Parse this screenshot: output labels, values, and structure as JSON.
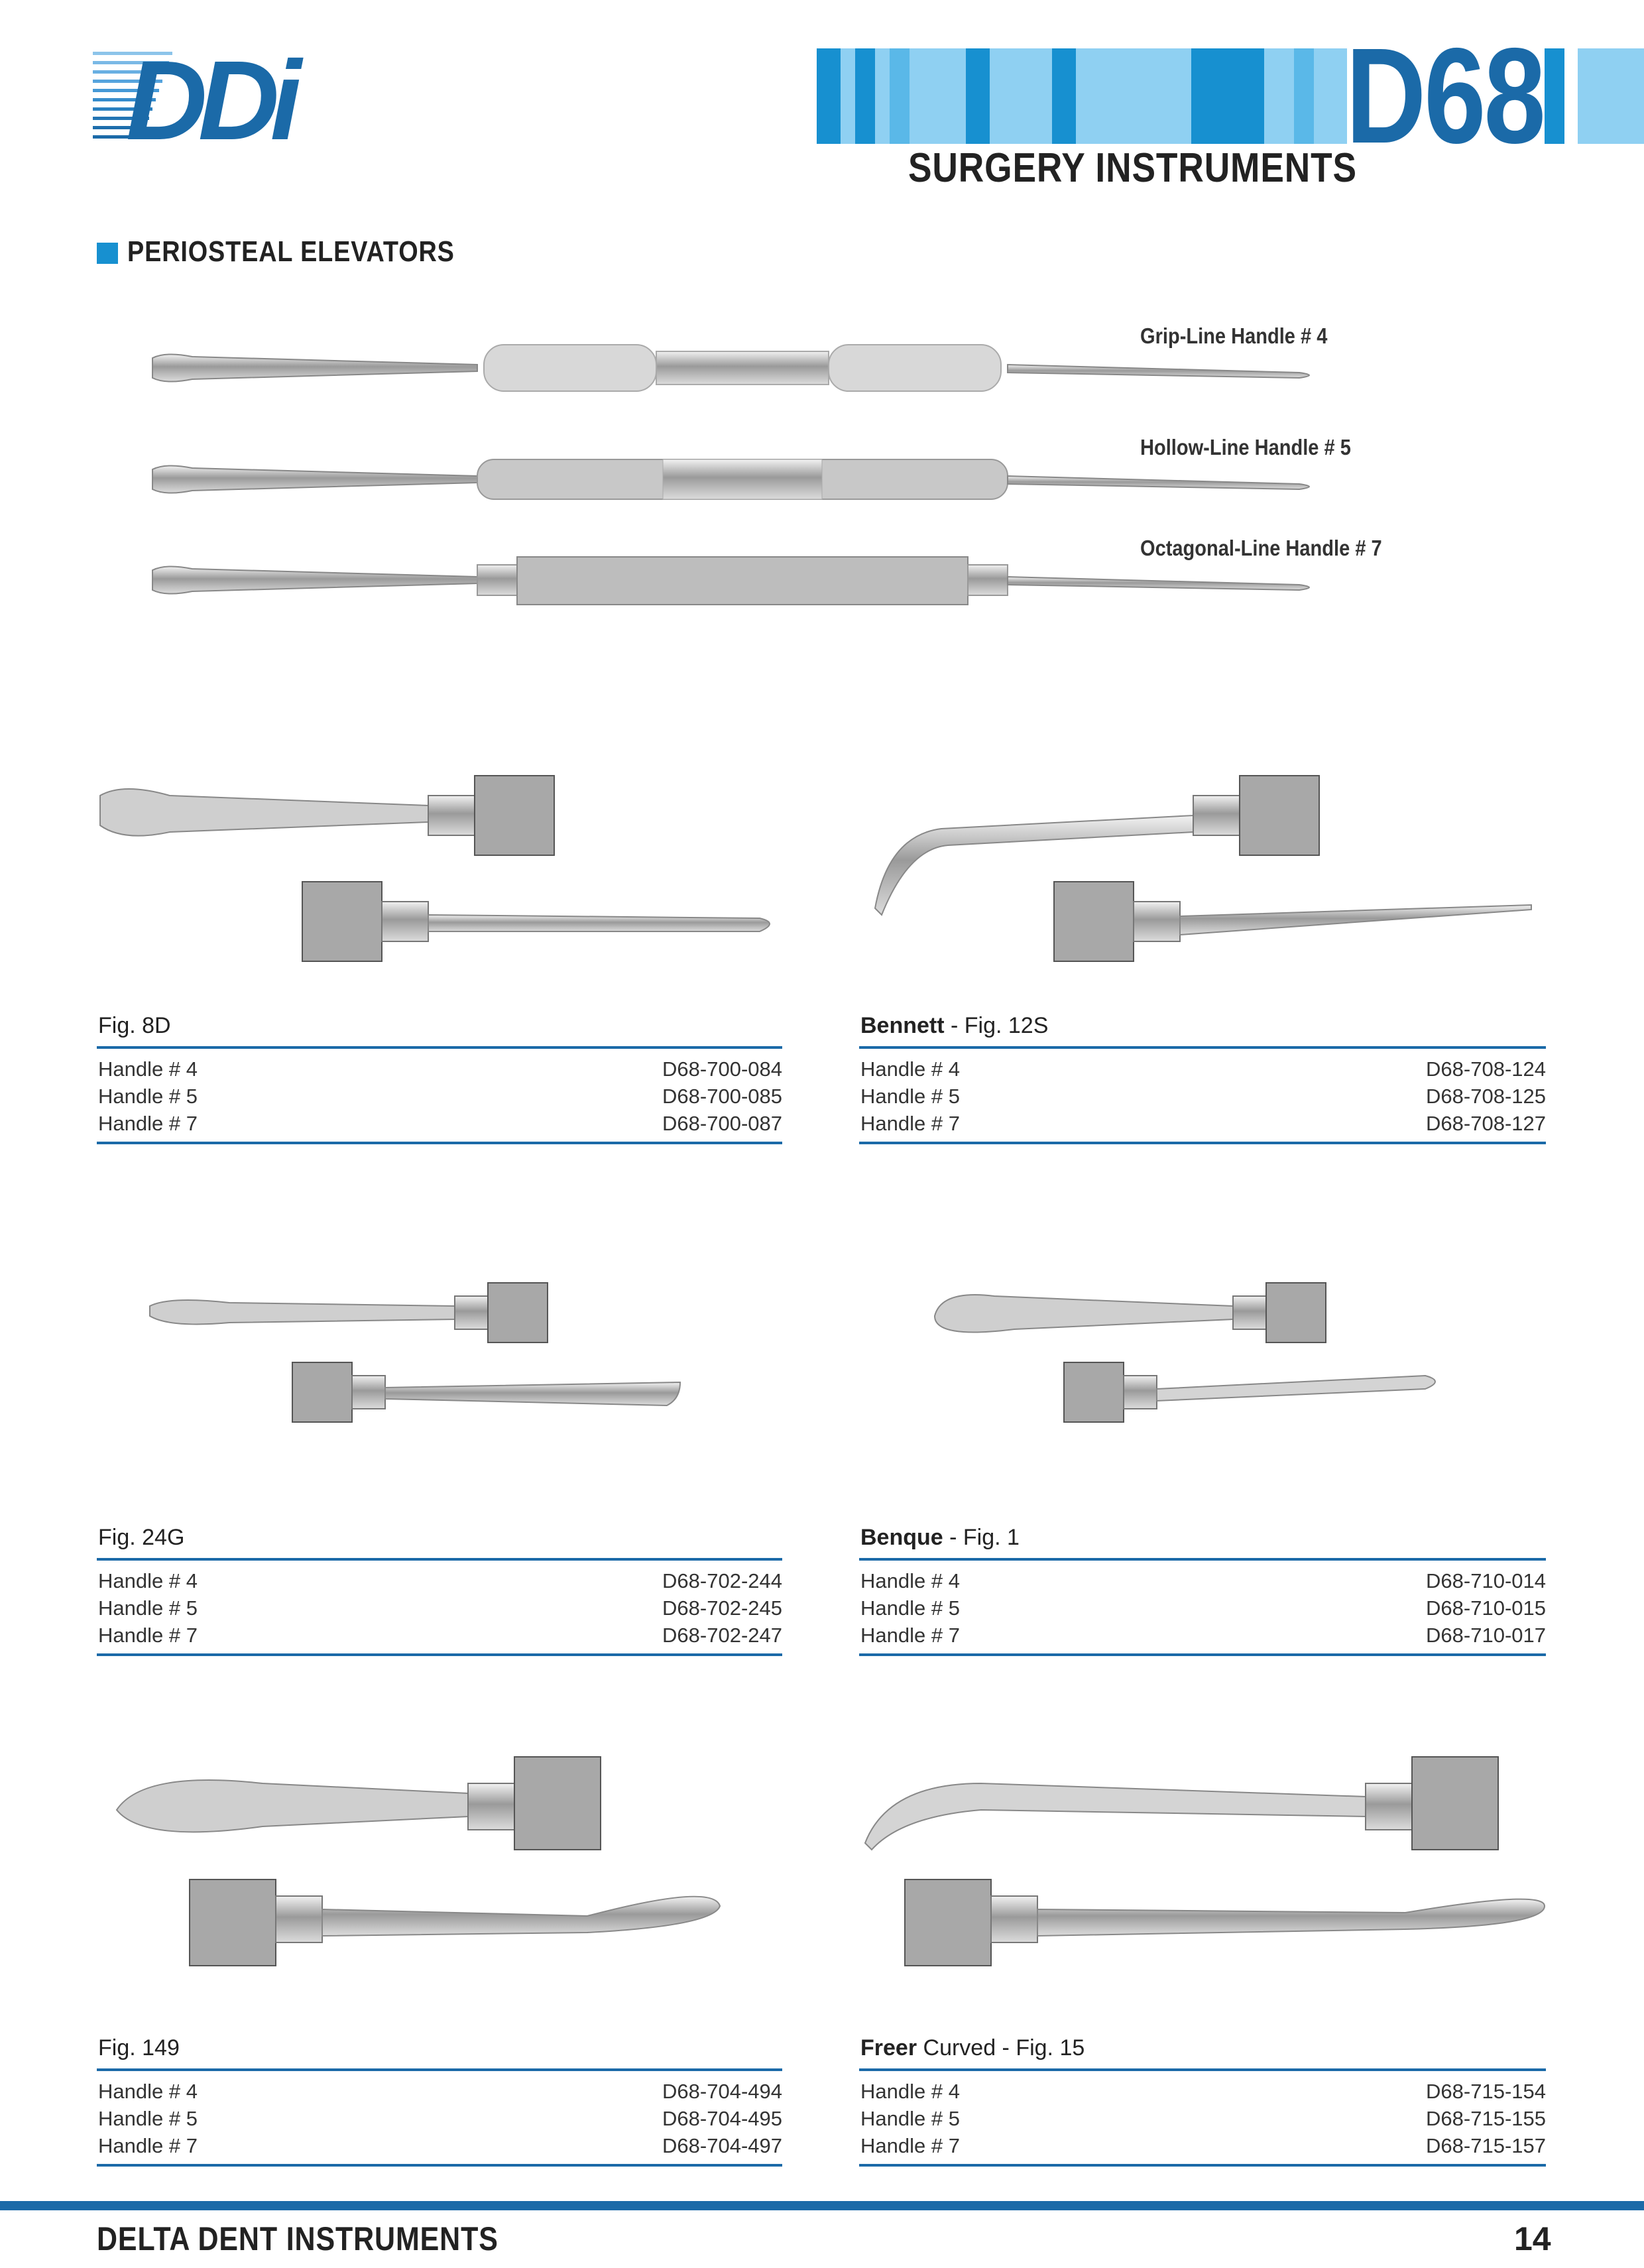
{
  "header": {
    "logo_text": "DDi",
    "series_code": "D68",
    "subtitle": "SURGERY INSTRUMENTS",
    "brand_color": "#1b6aa8",
    "accent_color": "#1790d0"
  },
  "section": {
    "title": "PERIOSTEAL ELEVATORS"
  },
  "handles": [
    {
      "label": "Grip-Line Handle # 4"
    },
    {
      "label": "Hollow-Line Handle # 5"
    },
    {
      "label": "Octagonal-Line Handle # 7"
    }
  ],
  "figures": [
    {
      "name_bold": "",
      "name": "Fig. 8D",
      "rows": [
        {
          "handle": "Handle # 4",
          "code": "D68-700-084"
        },
        {
          "handle": "Handle # 5",
          "code": "D68-700-085"
        },
        {
          "handle": "Handle # 7",
          "code": "D68-700-087"
        }
      ]
    },
    {
      "name_bold": "Bennett",
      "name": " - Fig. 12S",
      "rows": [
        {
          "handle": "Handle # 4",
          "code": "D68-708-124"
        },
        {
          "handle": "Handle # 5",
          "code": "D68-708-125"
        },
        {
          "handle": "Handle # 7",
          "code": "D68-708-127"
        }
      ]
    },
    {
      "name_bold": "",
      "name": "Fig. 24G",
      "rows": [
        {
          "handle": "Handle # 4",
          "code": "D68-702-244"
        },
        {
          "handle": "Handle # 5",
          "code": "D68-702-245"
        },
        {
          "handle": "Handle # 7",
          "code": "D68-702-247"
        }
      ]
    },
    {
      "name_bold": "Benque",
      "name": " - Fig. 1",
      "rows": [
        {
          "handle": "Handle # 4",
          "code": "D68-710-014"
        },
        {
          "handle": "Handle # 5",
          "code": "D68-710-015"
        },
        {
          "handle": "Handle # 7",
          "code": "D68-710-017"
        }
      ]
    },
    {
      "name_bold": "",
      "name": "Fig. 149",
      "rows": [
        {
          "handle": "Handle # 4",
          "code": "D68-704-494"
        },
        {
          "handle": "Handle # 5",
          "code": "D68-704-495"
        },
        {
          "handle": "Handle # 7",
          "code": "D68-704-497"
        }
      ]
    },
    {
      "name_bold": "Freer",
      "name": " Curved - Fig. 15",
      "rows": [
        {
          "handle": "Handle # 4",
          "code": "D68-715-154"
        },
        {
          "handle": "Handle # 5",
          "code": "D68-715-155"
        },
        {
          "handle": "Handle # 7",
          "code": "D68-715-157"
        }
      ]
    }
  ],
  "footer": {
    "brand": "DELTA DENT INSTRUMENTS",
    "page": "14"
  }
}
